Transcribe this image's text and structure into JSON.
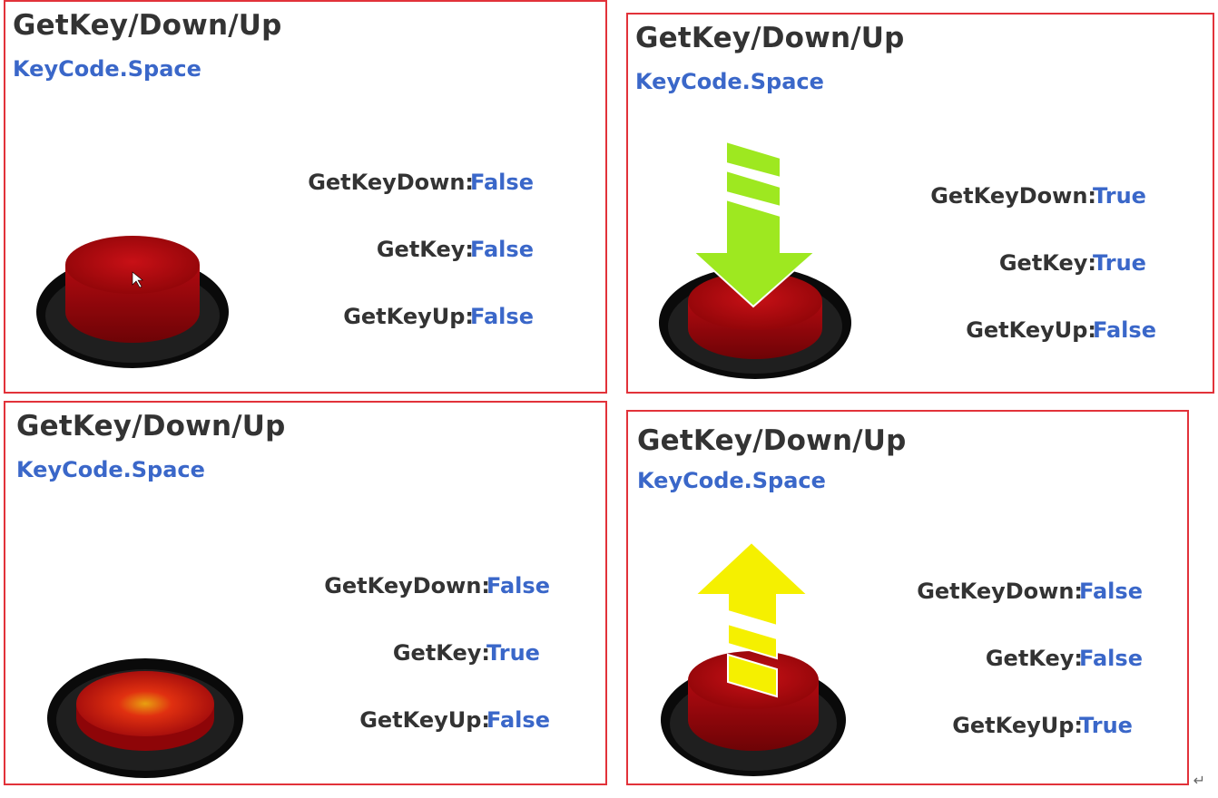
{
  "colors": {
    "border": "#e2323a",
    "title": "#333333",
    "accent": "#3a67c9",
    "button_red": "#c8101a",
    "arrow_down": "#9ee820",
    "arrow_up": "#f5f000"
  },
  "panels": [
    {
      "title": "GetKey/Down/Up",
      "subtitle": "KeyCode.Space",
      "icon": "button-idle",
      "rows": [
        {
          "label": "GetKeyDown:",
          "value": "False"
        },
        {
          "label": "GetKey:",
          "value": "False"
        },
        {
          "label": "GetKeyUp:",
          "value": "False"
        }
      ]
    },
    {
      "title": "GetKey/Down/Up",
      "subtitle": "KeyCode.Space",
      "icon": "button-press-down-arrow",
      "rows": [
        {
          "label": "GetKeyDown:",
          "value": "True"
        },
        {
          "label": "GetKey:",
          "value": "True"
        },
        {
          "label": "GetKeyUp:",
          "value": "False"
        }
      ]
    },
    {
      "title": "GetKey/Down/Up",
      "subtitle": "KeyCode.Space",
      "icon": "button-held",
      "rows": [
        {
          "label": "GetKeyDown:",
          "value": "False"
        },
        {
          "label": "GetKey:",
          "value": "True"
        },
        {
          "label": "GetKeyUp:",
          "value": "False"
        }
      ]
    },
    {
      "title": "GetKey/Down/Up",
      "subtitle": "KeyCode.Space",
      "icon": "button-release-up-arrow",
      "rows": [
        {
          "label": "GetKeyDown:",
          "value": "False"
        },
        {
          "label": "GetKey:",
          "value": "False"
        },
        {
          "label": "GetKeyUp:",
          "value": "True"
        }
      ]
    }
  ],
  "return_mark": "↵"
}
